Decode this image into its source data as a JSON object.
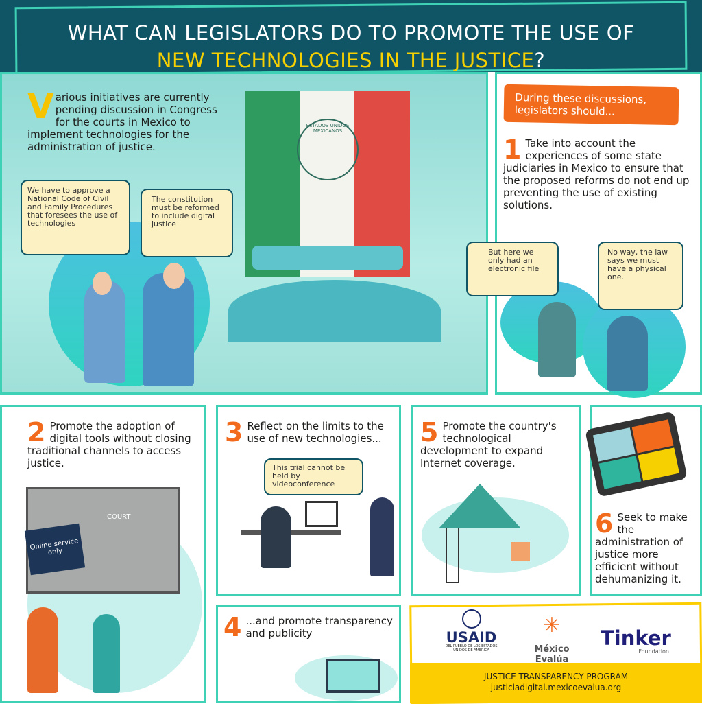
{
  "header": {
    "title_line1": "WHAT CAN LEGISLATORS DO TO PROMOTE THE USE OF",
    "title_highlight": "NEW TECHNOLOGIES IN THE JUSTICE",
    "title_end": "?"
  },
  "intro": {
    "dropcap": "V",
    "text": "arious initiatives are currently pending discussion in Congress for the courts in Mexico to implement technologies for the administration of justice."
  },
  "scene": {
    "bubble1": "We have to approve a National Code of Civil and Family Procedures that foresees the use of technologies",
    "bubble2": "The constitution must be reformed to include digital justice",
    "flag_seal": "ESTADOS UNIDOS MEXICANOS"
  },
  "right": {
    "banner": "During these discussions, legislators should...",
    "num": "1",
    "text": "Take into account the experiences of some state judiciaries in Mexico to ensure that the proposed reforms do not end up preventing the use of existing solutions.",
    "bubble1": "But here we only had an electronic file",
    "bubble2": "No way, the law says we must have a physical one."
  },
  "panel2": {
    "num": "2",
    "text": "Promote the adoption of digital tools without closing traditional channels to access justice.",
    "court_label": "COURT",
    "sign": "Online service only"
  },
  "panel3": {
    "num": "3",
    "text": "Reflect on the limits to the use of new technologies...",
    "bubble": "This trial cannot be held by videoconference"
  },
  "panel4": {
    "num": "4",
    "text": "...and promote transparency and publicity"
  },
  "panel5": {
    "num": "5",
    "text": "Promote the country's technological development to expand Internet coverage."
  },
  "panel6": {
    "num": "6",
    "text": "Seek to make the administration of justice more efficient without dehumanizing it."
  },
  "footer": {
    "usaid": "USAID",
    "usaid_sub": "DEL PUEBLO DE LOS ESTADOS UNIDOS DE AMÉRICA",
    "mexico_evalua": "México Evalúa",
    "tinker": "Tinker",
    "tinker_sub": "Foundation",
    "program": "JUSTICE TRANSPARENCY PROGRAM",
    "url": "justiciadigital.mexicoevalua.org"
  },
  "colors": {
    "teal_dark": "#0f5566",
    "accent_teal": "#3fd1b5",
    "orange": "#f26b1d",
    "yellow": "#f6d000"
  }
}
